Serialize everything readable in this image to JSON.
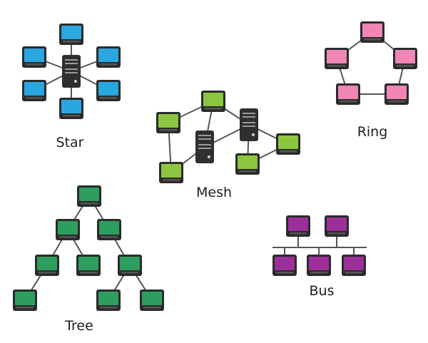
{
  "colors": {
    "star": "#2aa6e0",
    "mesh": "#8cc63f",
    "ring": "#ef86b5",
    "tree": "#2e9e5f",
    "bus": "#9c2f9a",
    "server": "#2f2f2f",
    "monitor_frame": "#2b2b2b",
    "line": "#555555"
  },
  "topologies": {
    "star": {
      "label": "Star",
      "icon": "monitor-icon",
      "hub_icon": "server-icon"
    },
    "mesh": {
      "label": "Mesh",
      "icon": "monitor-icon",
      "hub_icon": "server-icon"
    },
    "ring": {
      "label": "Ring",
      "icon": "monitor-icon"
    },
    "tree": {
      "label": "Tree",
      "icon": "monitor-icon"
    },
    "bus": {
      "label": "Bus",
      "icon": "monitor-icon"
    }
  }
}
